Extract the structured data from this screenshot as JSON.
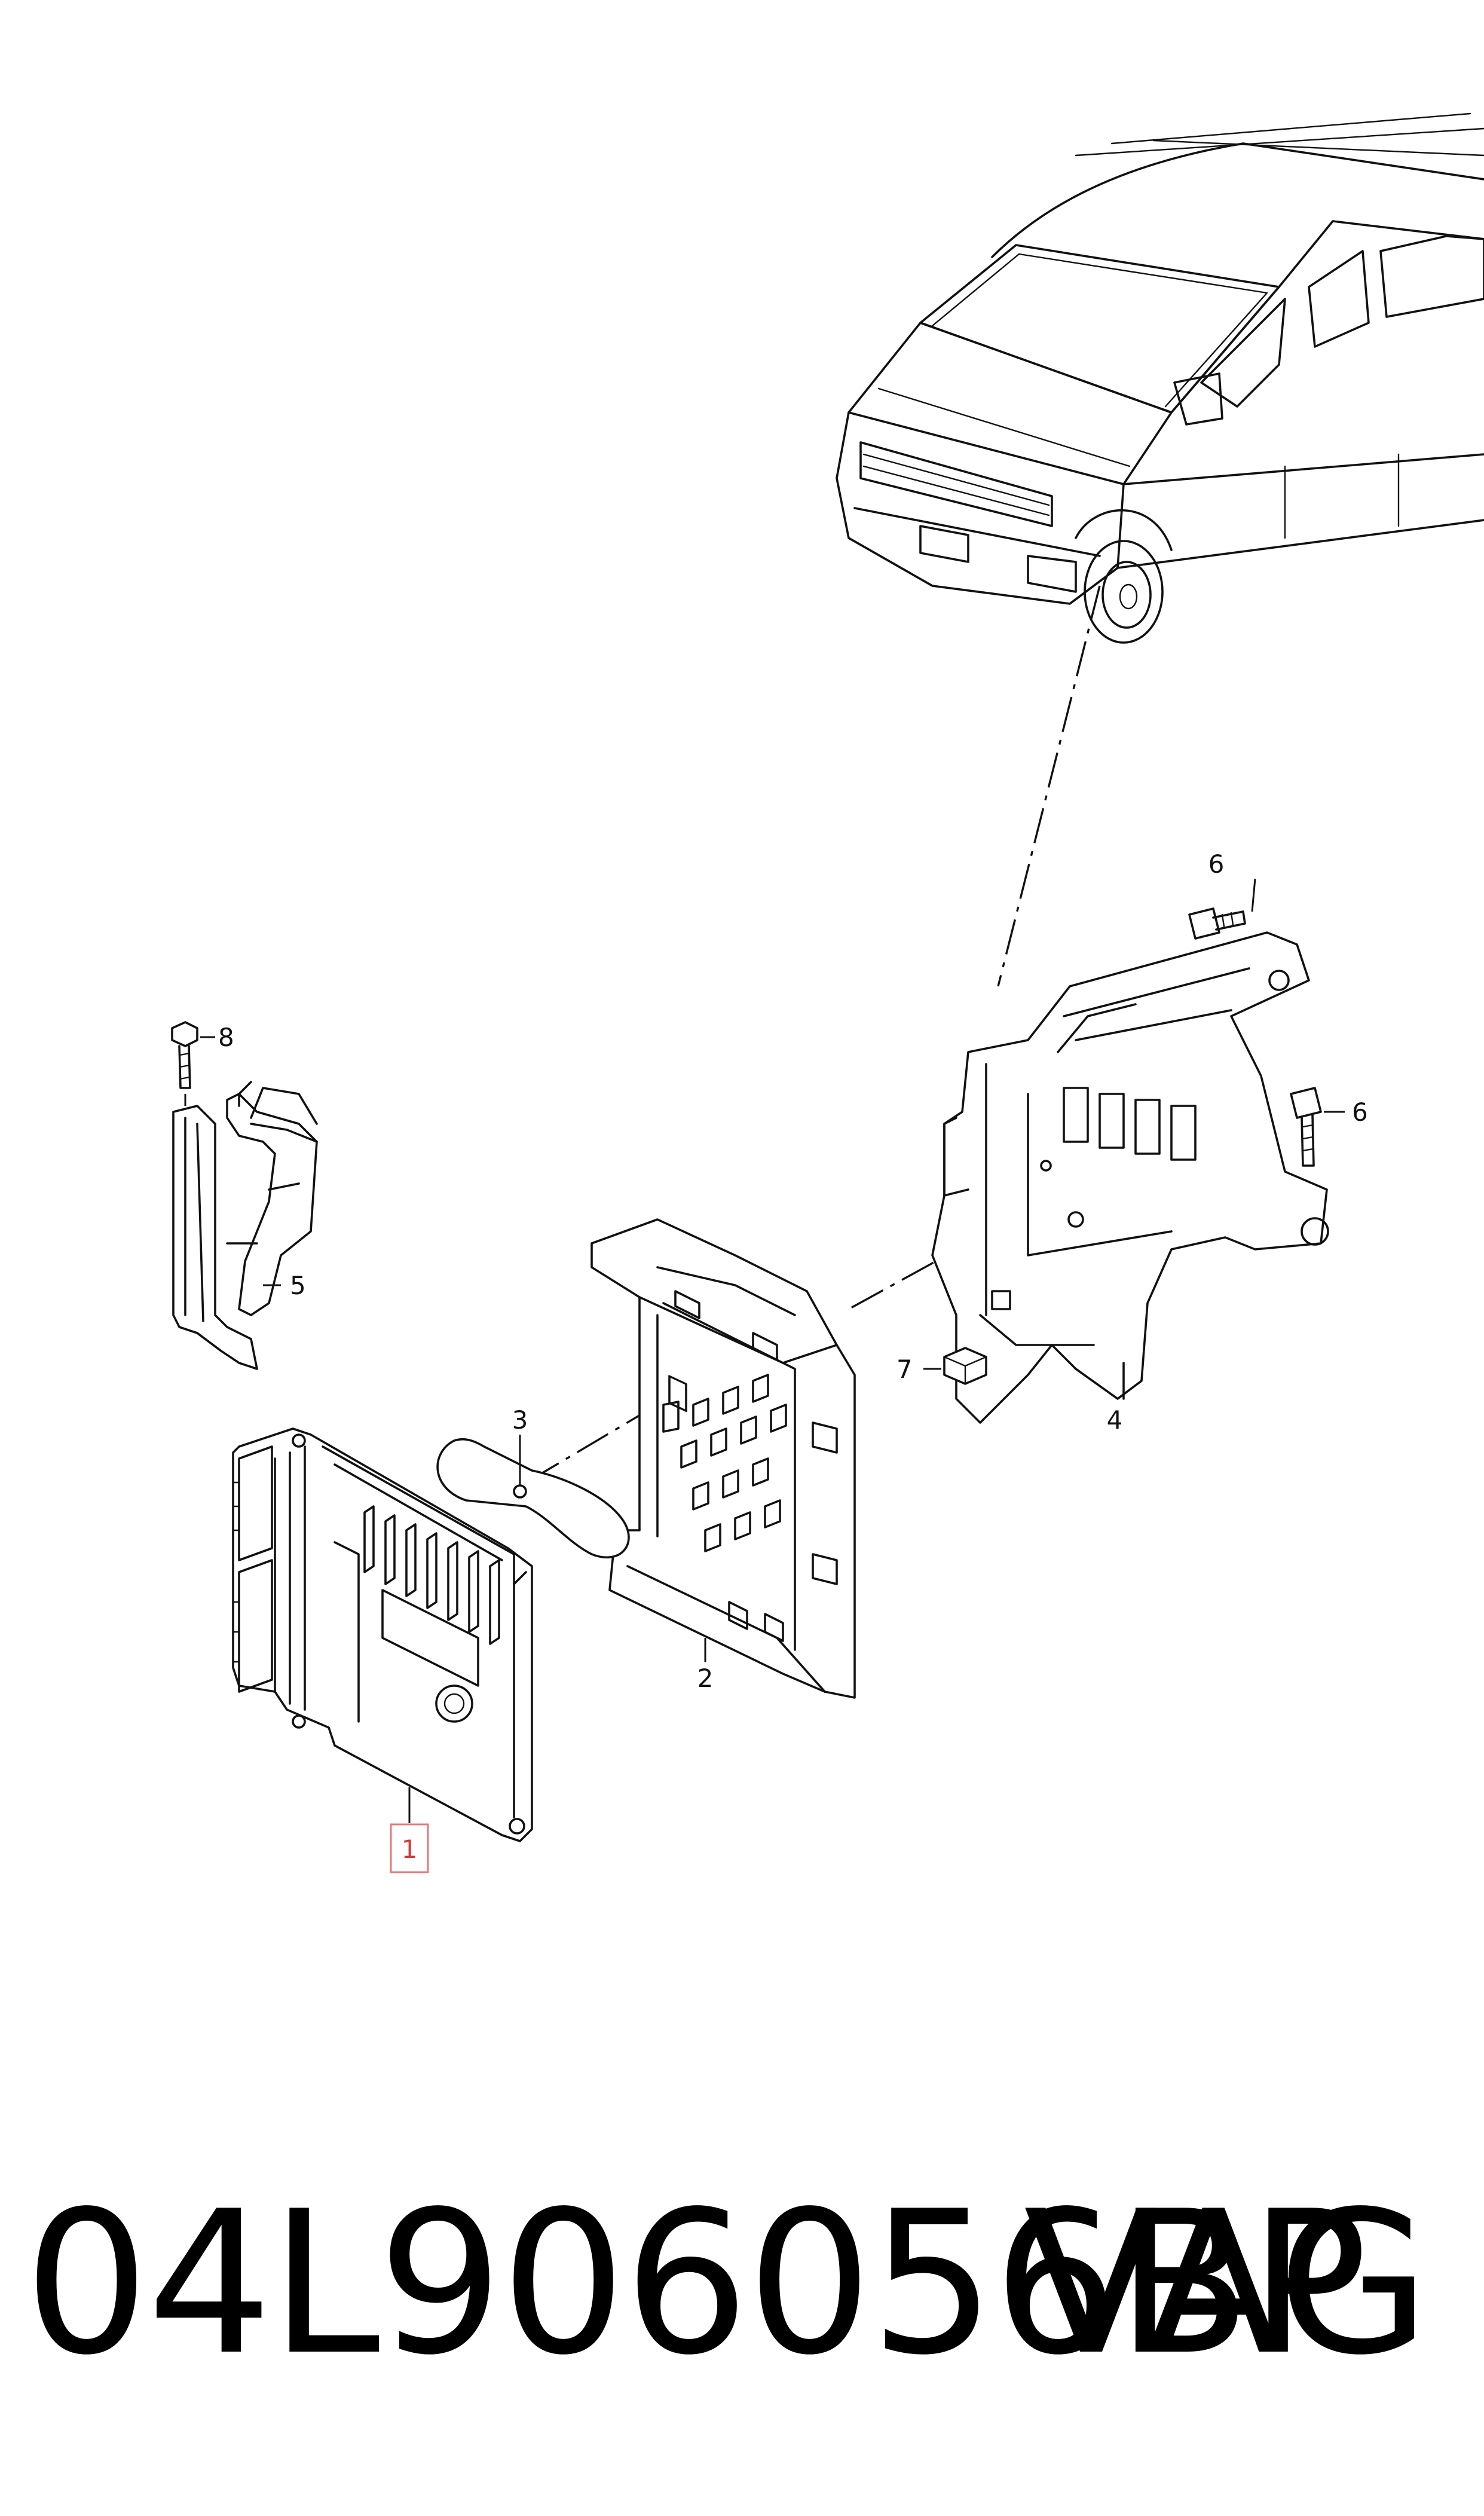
{
  "diagram": {
    "callouts": [
      {
        "id": "1",
        "label": "1",
        "highlighted": true
      },
      {
        "id": "2",
        "label": "2"
      },
      {
        "id": "3",
        "label": "3"
      },
      {
        "id": "4",
        "label": "4"
      },
      {
        "id": "5",
        "label": "5"
      },
      {
        "id": "6a",
        "label": "6"
      },
      {
        "id": "6b",
        "label": "6"
      },
      {
        "id": "7",
        "label": "7"
      },
      {
        "id": "8",
        "label": "8"
      }
    ],
    "highlight_color": "#d23a3a"
  },
  "footer": {
    "part_number": "04L906056BP",
    "brand": "VAG"
  }
}
